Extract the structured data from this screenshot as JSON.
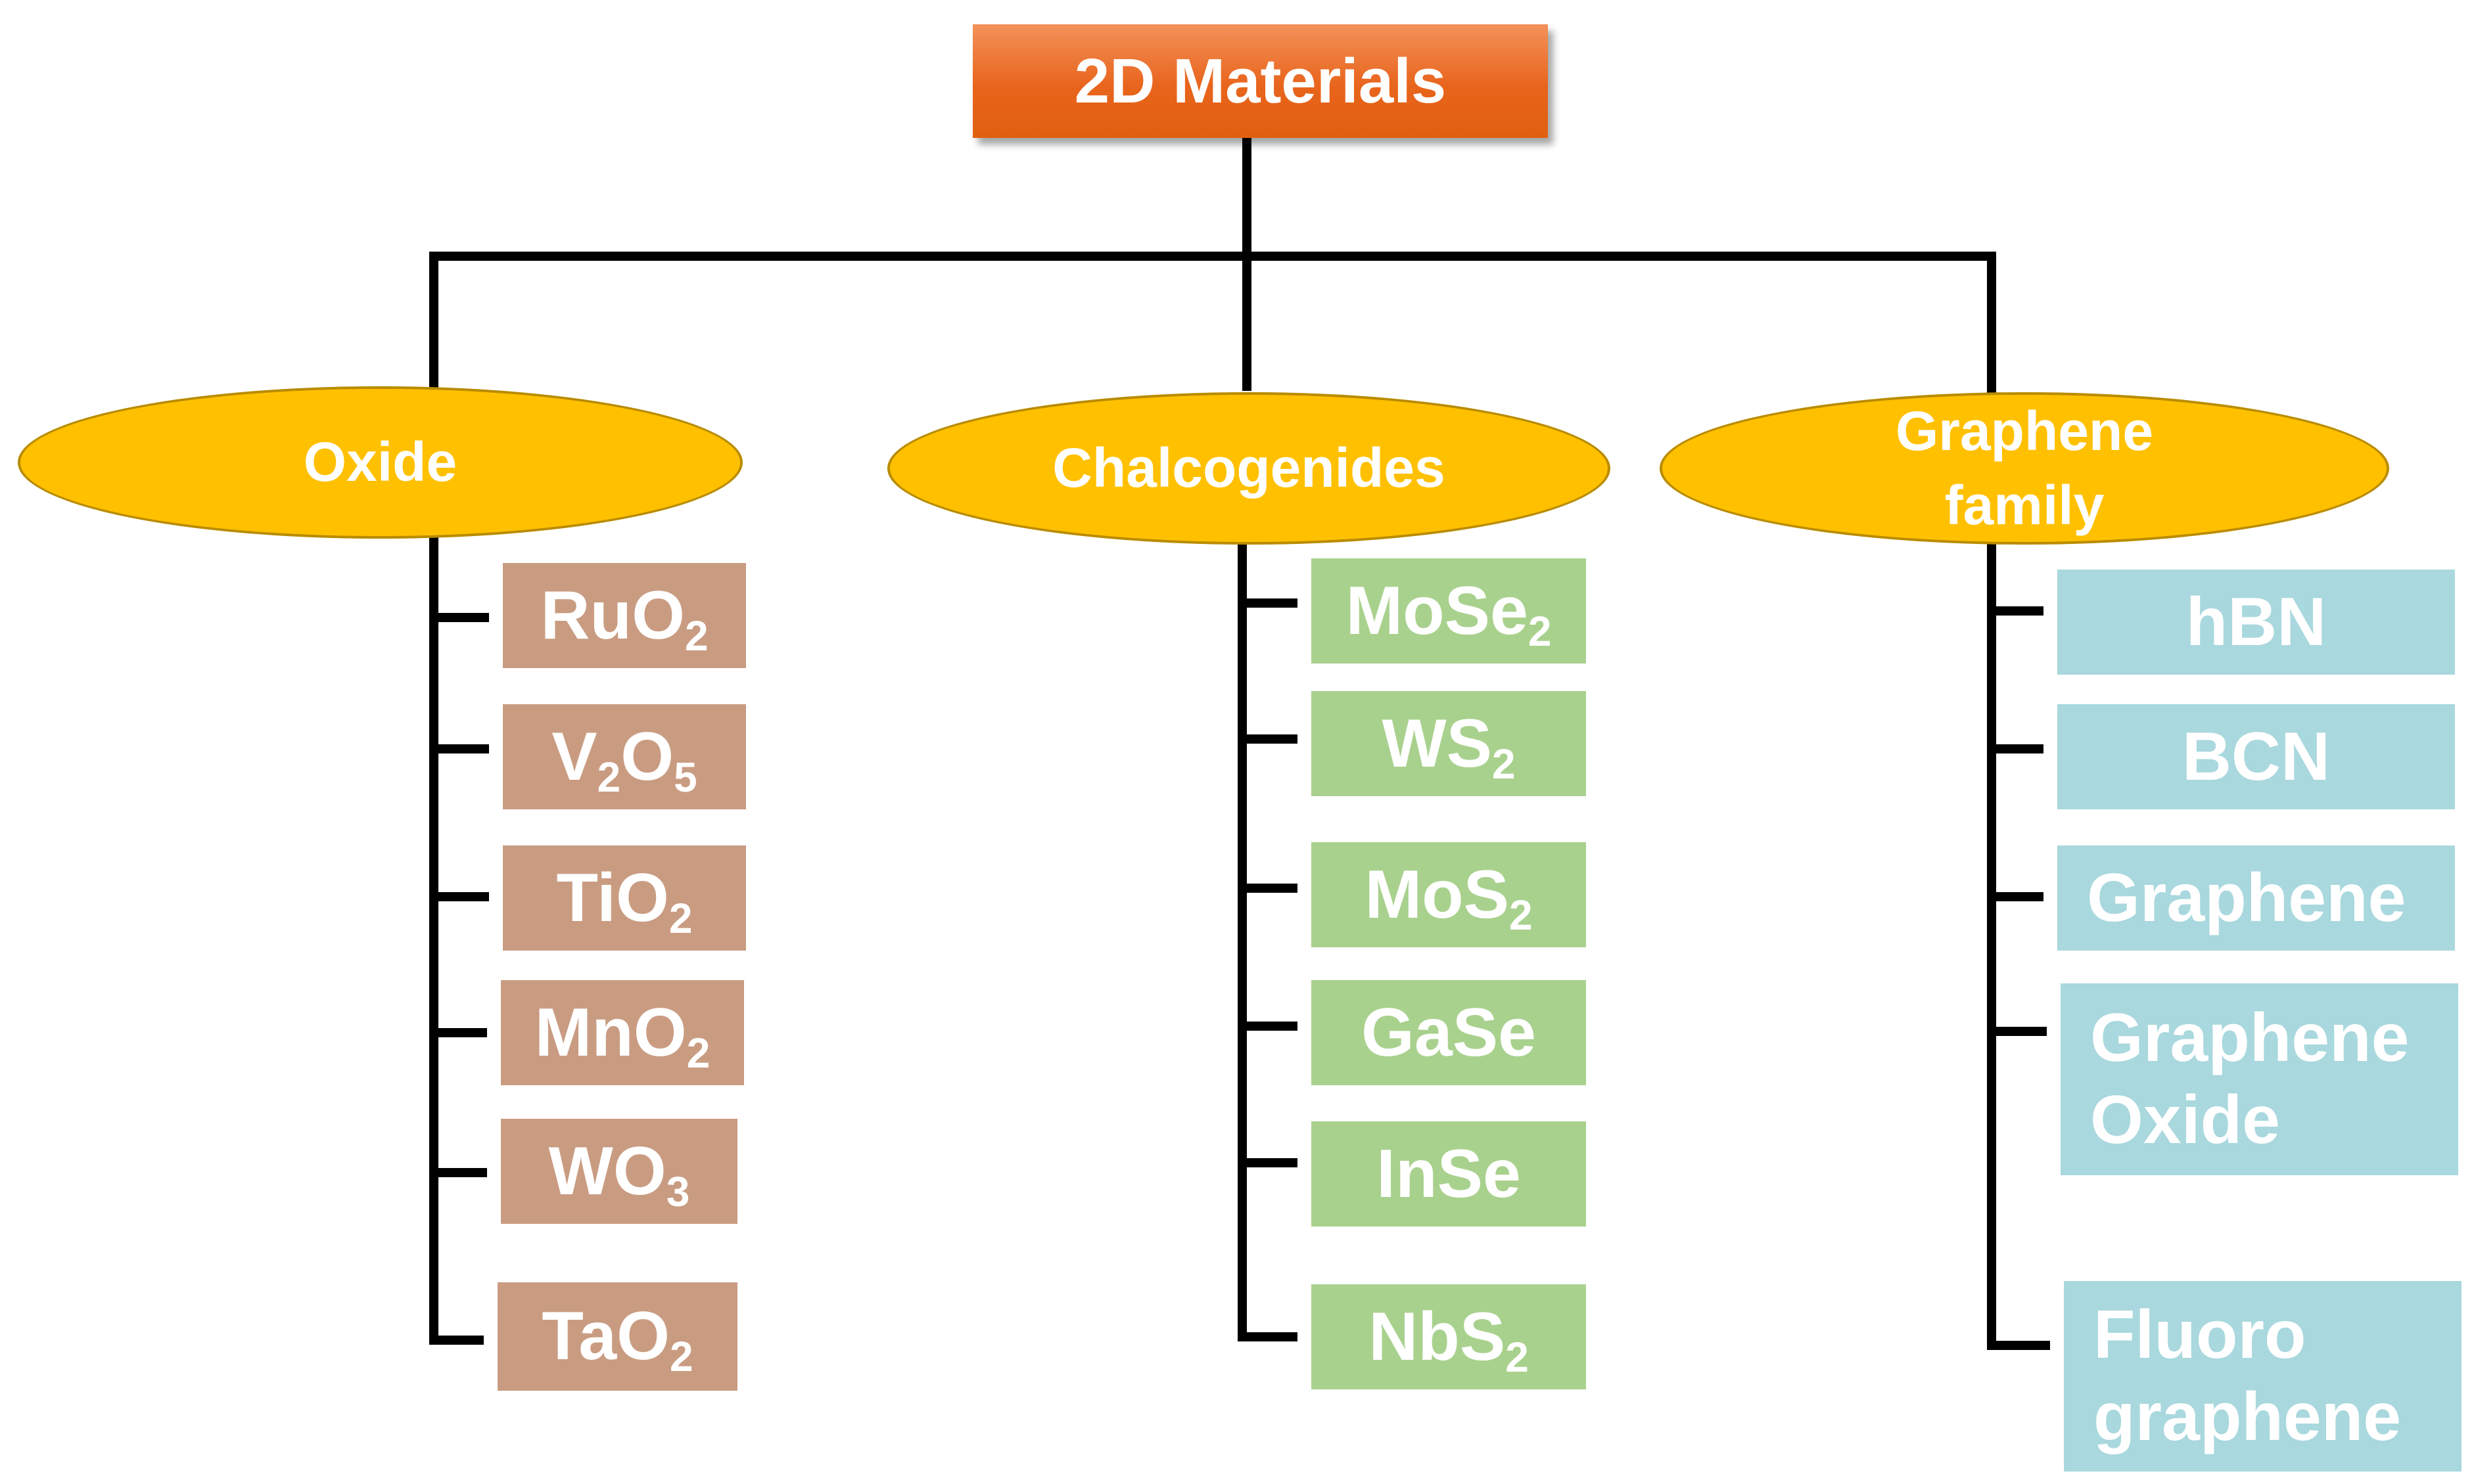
{
  "title": "2D Materials",
  "colors": {
    "root_fill": "#E8641C",
    "category_fill": "#FFC000",
    "category_border": "#B98C00",
    "oxide_item_fill": "#C99C82",
    "chalcogenide_item_fill": "#A9D18E",
    "graphene_item_fill": "#A9D8DE",
    "connector": "#000000",
    "text": "#FFFFFF"
  },
  "categories": [
    {
      "label": "Oxide",
      "items": [
        {
          "text": "RuO",
          "sub": "2"
        },
        {
          "text": "V",
          "sub": "2",
          "text2": "O",
          "sub2": "5"
        },
        {
          "text": "TiO",
          "sub": "2"
        },
        {
          "text": "MnO",
          "sub": "2"
        },
        {
          "text": "WO",
          "sub": "3"
        },
        {
          "text": "TaO",
          "sub": "2"
        }
      ]
    },
    {
      "label": "Chalcogenides",
      "items": [
        {
          "text": "MoSe",
          "sub": "2"
        },
        {
          "text": "WS",
          "sub": "2"
        },
        {
          "text": "MoS",
          "sub": "2"
        },
        {
          "text": "GaSe"
        },
        {
          "text": "InSe"
        },
        {
          "text": "NbS",
          "sub": "2"
        }
      ]
    },
    {
      "label": "Graphene\nfamily",
      "items": [
        {
          "text": "hBN"
        },
        {
          "text": "BCN"
        },
        {
          "text": "Graphene"
        },
        {
          "text": "Graphene\nOxide"
        },
        {
          "text": "Fluoro\ngraphene"
        }
      ]
    }
  ]
}
